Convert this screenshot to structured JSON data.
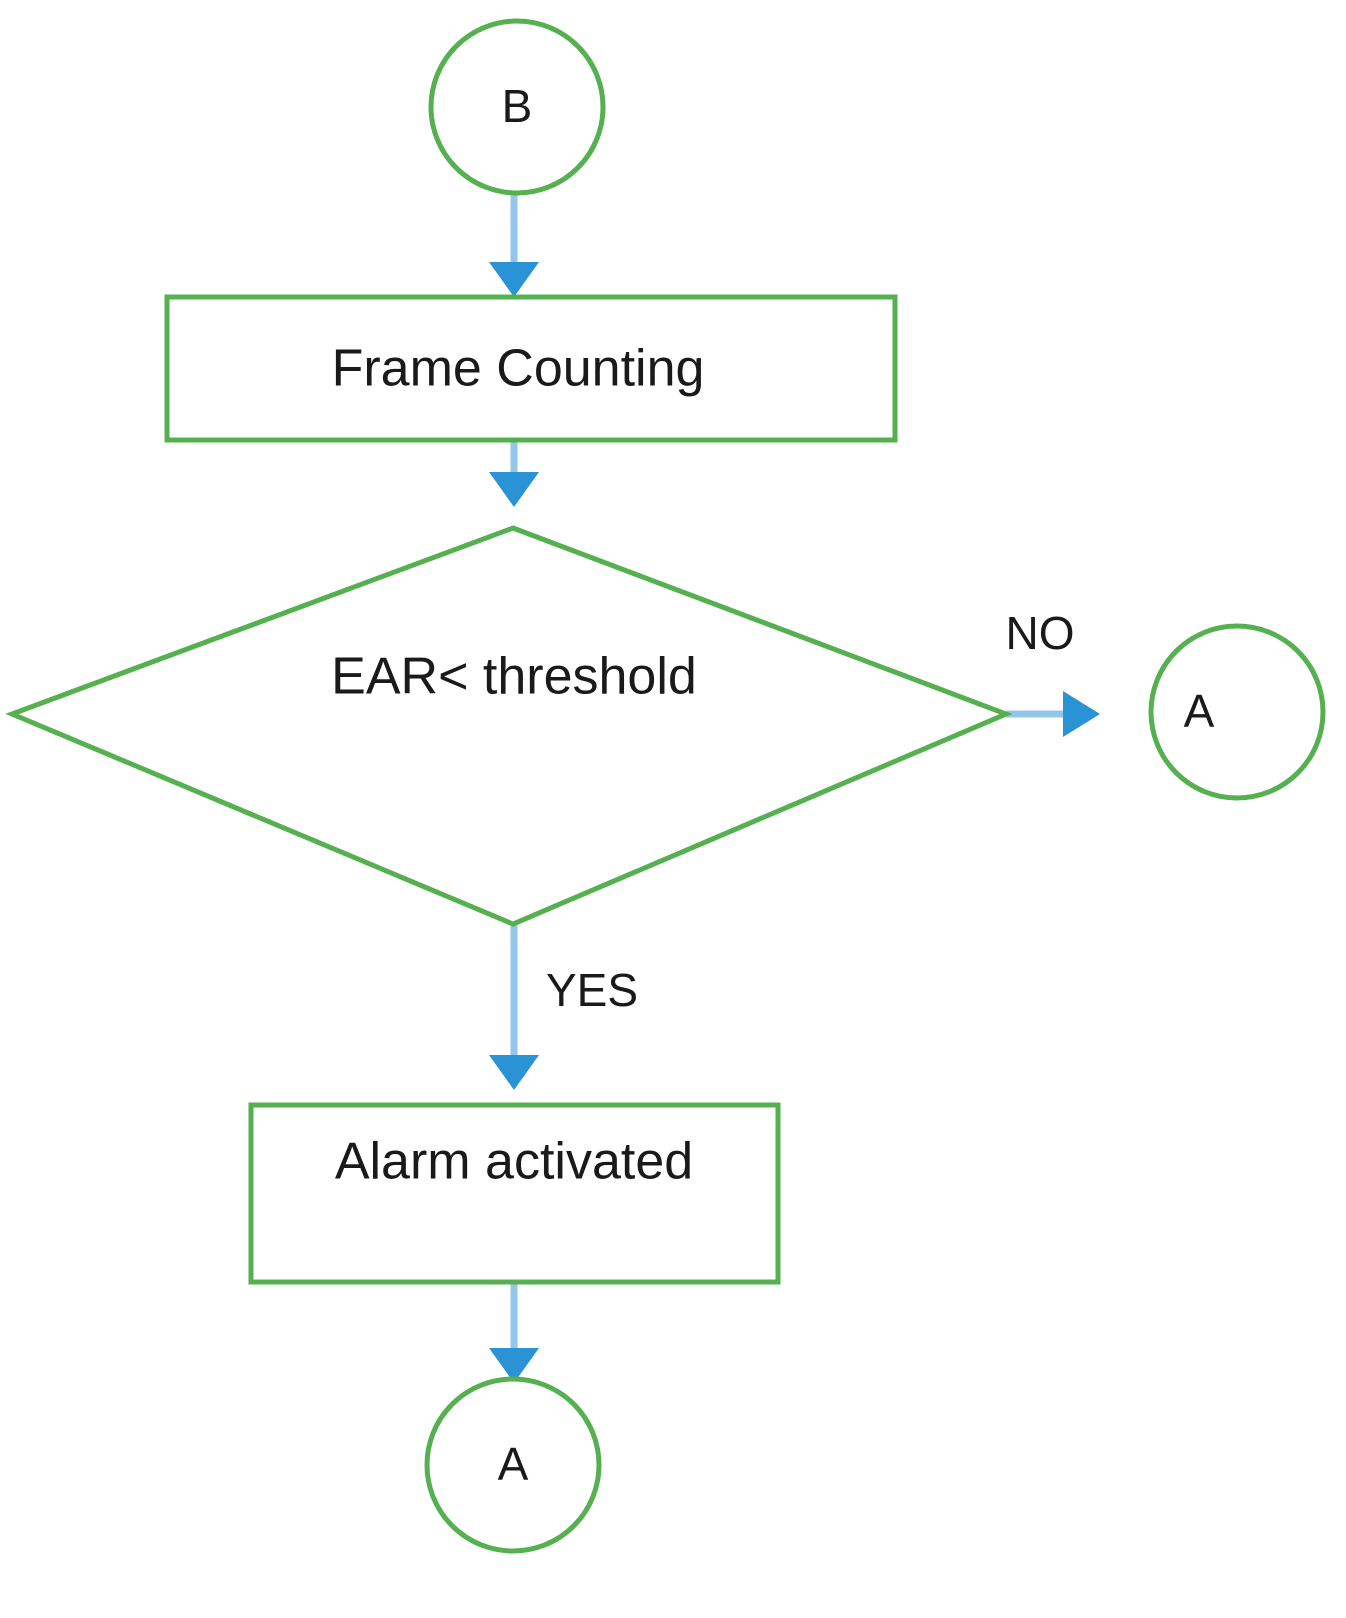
{
  "diagram": {
    "title": "Drowsiness detection flowchart (branch B)",
    "type": "flowchart",
    "colors": {
      "shape_stroke": "#55B04F",
      "connector_line": "#93C7EA",
      "connector_arrowhead": "#2A93D5",
      "text": "#1a1a1a",
      "background": "#ffffff"
    },
    "nodes": [
      {
        "id": "b-start",
        "shape": "circle",
        "role": "connector-terminal",
        "label": "B"
      },
      {
        "id": "frame-counting",
        "shape": "rectangle",
        "role": "process",
        "label": "Frame Counting"
      },
      {
        "id": "ear-threshold",
        "shape": "diamond",
        "role": "decision",
        "label": "EAR< threshold"
      },
      {
        "id": "a-no",
        "shape": "circle",
        "role": "connector-terminal",
        "label": "A"
      },
      {
        "id": "alarm-activated",
        "shape": "rectangle",
        "role": "process",
        "label": "Alarm activated"
      },
      {
        "id": "a-end",
        "shape": "circle",
        "role": "connector-terminal",
        "label": "A"
      }
    ],
    "edges": [
      {
        "id": "e1",
        "from": "b-start",
        "to": "frame-counting",
        "label": ""
      },
      {
        "id": "e2",
        "from": "frame-counting",
        "to": "ear-threshold",
        "label": ""
      },
      {
        "id": "e3",
        "from": "ear-threshold",
        "to": "a-no",
        "label": "NO"
      },
      {
        "id": "e4",
        "from": "ear-threshold",
        "to": "alarm-activated",
        "label": "YES"
      },
      {
        "id": "e5",
        "from": "alarm-activated",
        "to": "a-end",
        "label": ""
      }
    ]
  }
}
